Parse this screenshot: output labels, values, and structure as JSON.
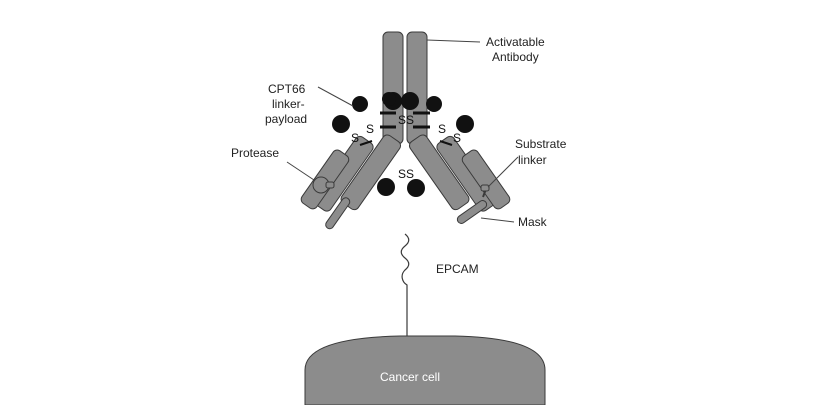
{
  "labels": {
    "activatable_line1": "Activatable",
    "activatable_line2": "Antibody",
    "cpt_line1": "CPT66",
    "cpt_line2": "linker-",
    "cpt_line3": "payload",
    "protease": "Protease",
    "substrate_line1": "Substrate",
    "substrate_line2": "linker",
    "mask": "Mask",
    "epcam": "EPCAM",
    "cancer_cell": "Cancer cell"
  },
  "disulfide": {
    "ss": "SS",
    "s": "S"
  },
  "colors": {
    "body": "#8c8c8c",
    "stroke": "#3a3a3a",
    "payload": "#111111",
    "cell": "#8c8c8c"
  }
}
